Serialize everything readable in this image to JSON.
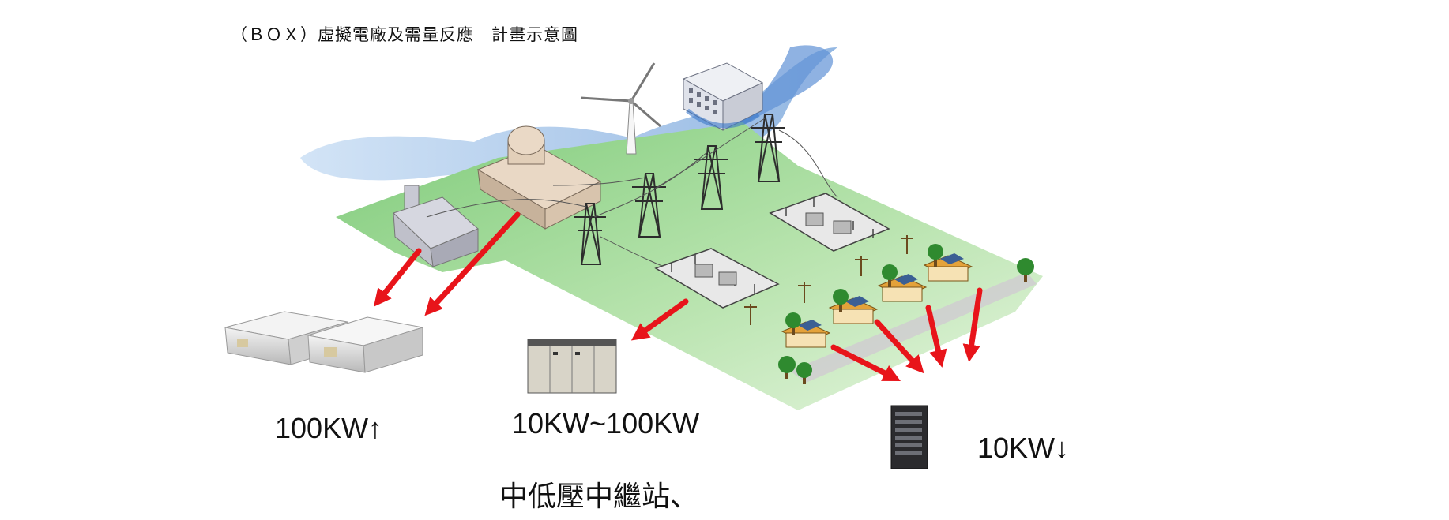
{
  "heading": "（ＢＯＸ）虛擬電廠及需量反應　計畫示意圖",
  "captions": {
    "large_storage": "100KW↑",
    "medium_storage": "10KW~100KW",
    "small_storage": "10KW↓",
    "substation": "中低壓中繼站、"
  },
  "colors": {
    "arrow": "#e8141a",
    "land": "#8fd08a",
    "land_light": "#d8efcd",
    "water": "#8fb7e3"
  },
  "icons": [
    "thermal-plant-icon",
    "nuclear-plant-icon",
    "wind-turbine-icon",
    "hydro-plant-icon",
    "transmission-tower-icon",
    "substation-icon",
    "house-with-solar-icon",
    "tree-icon",
    "container-storage-icon",
    "cabinet-storage-icon",
    "rack-battery-icon"
  ]
}
